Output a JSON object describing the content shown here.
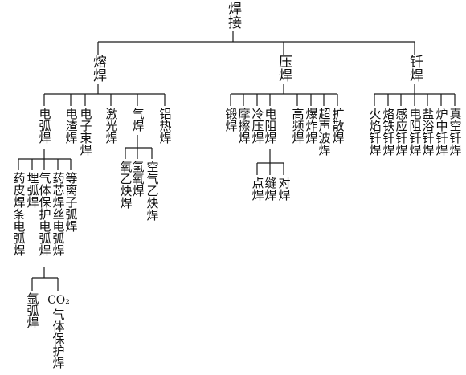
{
  "root": "焊接",
  "categories": {
    "fusion": "熔焊",
    "pressure": "压焊",
    "brazing": "钎焊"
  },
  "fusion": {
    "arc": "电弧焊",
    "electroslag": "电渣焊",
    "ebeam": "电子束焊",
    "laser": "激光焊",
    "gas": "气焊",
    "thermit": "铝热焊"
  },
  "arc": {
    "smaw": "药皮焊条电弧焊",
    "saw": "埋弧焊",
    "gmaw": "气体保护电弧焊",
    "fcaw": "药芯焊丝电弧焊",
    "plasma": "等离子弧焊"
  },
  "gmaw_sub": {
    "argon": "氩弧焊",
    "co2_top": "CO₂",
    "co2_rest": "气体保护焊"
  },
  "gas": {
    "oxyacetylene": "氧乙炔焊",
    "oxyhydrogen": "氢氧焊",
    "airacetylene": "空气乙炔焊"
  },
  "pressure": {
    "forge": "锻焊",
    "friction": "摩擦焊",
    "cold": "冷压焊",
    "resistance": "电阻焊",
    "hf": "高频焊",
    "explosion": "爆炸焊",
    "ultrasonic": "超声波焊",
    "diffusion": "扩散焊"
  },
  "resistance": {
    "spot": "点焊",
    "seam": "缝焊",
    "butt": "对焊"
  },
  "brazing": {
    "flame": "火焰钎焊",
    "iron": "烙铁钎焊",
    "induction": "感应钎焊",
    "resist": "电阻钎焊",
    "salt": "盐浴钎焊",
    "furnace": "炉中钎焊",
    "vacuum": "真空钎焊"
  }
}
